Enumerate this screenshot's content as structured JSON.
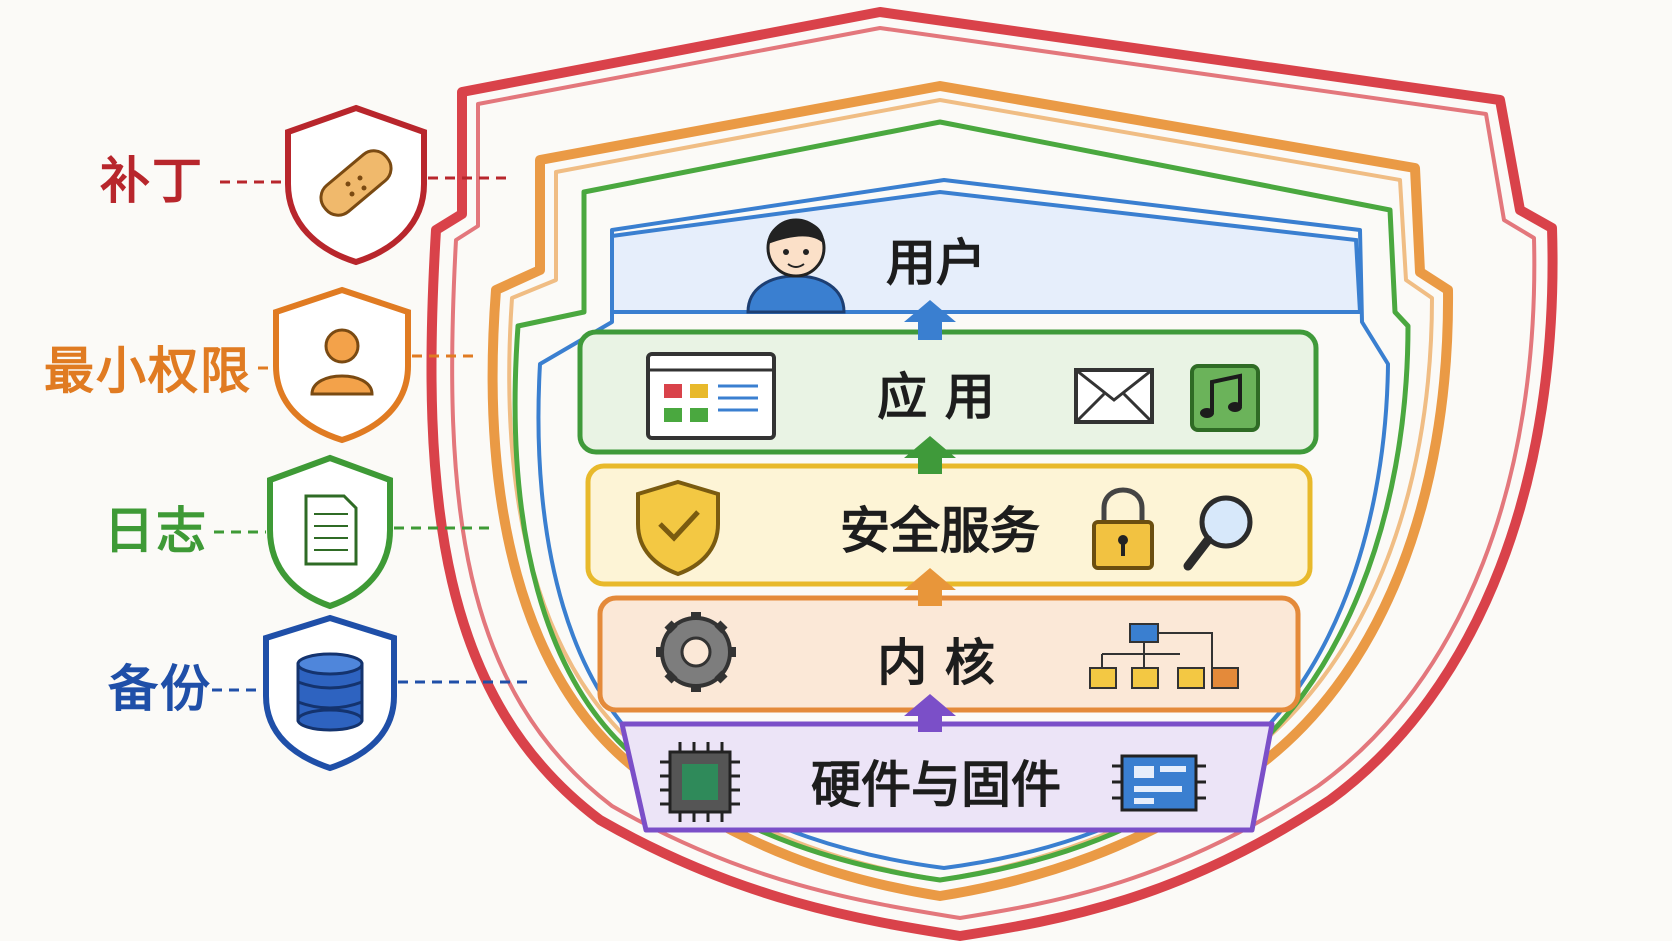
{
  "side_measures": [
    {
      "label": "补丁",
      "icon": "bandage-icon",
      "color": "#b8262c"
    },
    {
      "label": "最小权限",
      "icon": "user-icon",
      "color": "#e07b22"
    },
    {
      "label": "日志",
      "icon": "document-icon",
      "color": "#3e9a36"
    },
    {
      "label": "备份",
      "icon": "database-icon",
      "color": "#1f4fa8"
    }
  ],
  "layers": [
    {
      "label": "用户",
      "color": "#3a7fd0",
      "icons": [
        "person-icon"
      ]
    },
    {
      "label": "应 用",
      "color": "#3f9a3a",
      "icons": [
        "app-window-icon",
        "mail-icon",
        "music-icon"
      ]
    },
    {
      "label": "安全服务",
      "color": "#e8b92b",
      "icons": [
        "shield-check-icon",
        "padlock-icon",
        "magnifier-icon"
      ]
    },
    {
      "label": "内 核",
      "color": "#e48a3a",
      "icons": [
        "gear-icon",
        "tree-icon"
      ]
    },
    {
      "label": "硬件与固件",
      "color": "#7b4fc8",
      "icons": [
        "chip-icon",
        "circuit-board-icon"
      ]
    }
  ],
  "rings": {
    "outer": "#d9424a",
    "middle": "#ea9a45",
    "inner": "#4aa83f",
    "core": "#3a7fd0"
  }
}
